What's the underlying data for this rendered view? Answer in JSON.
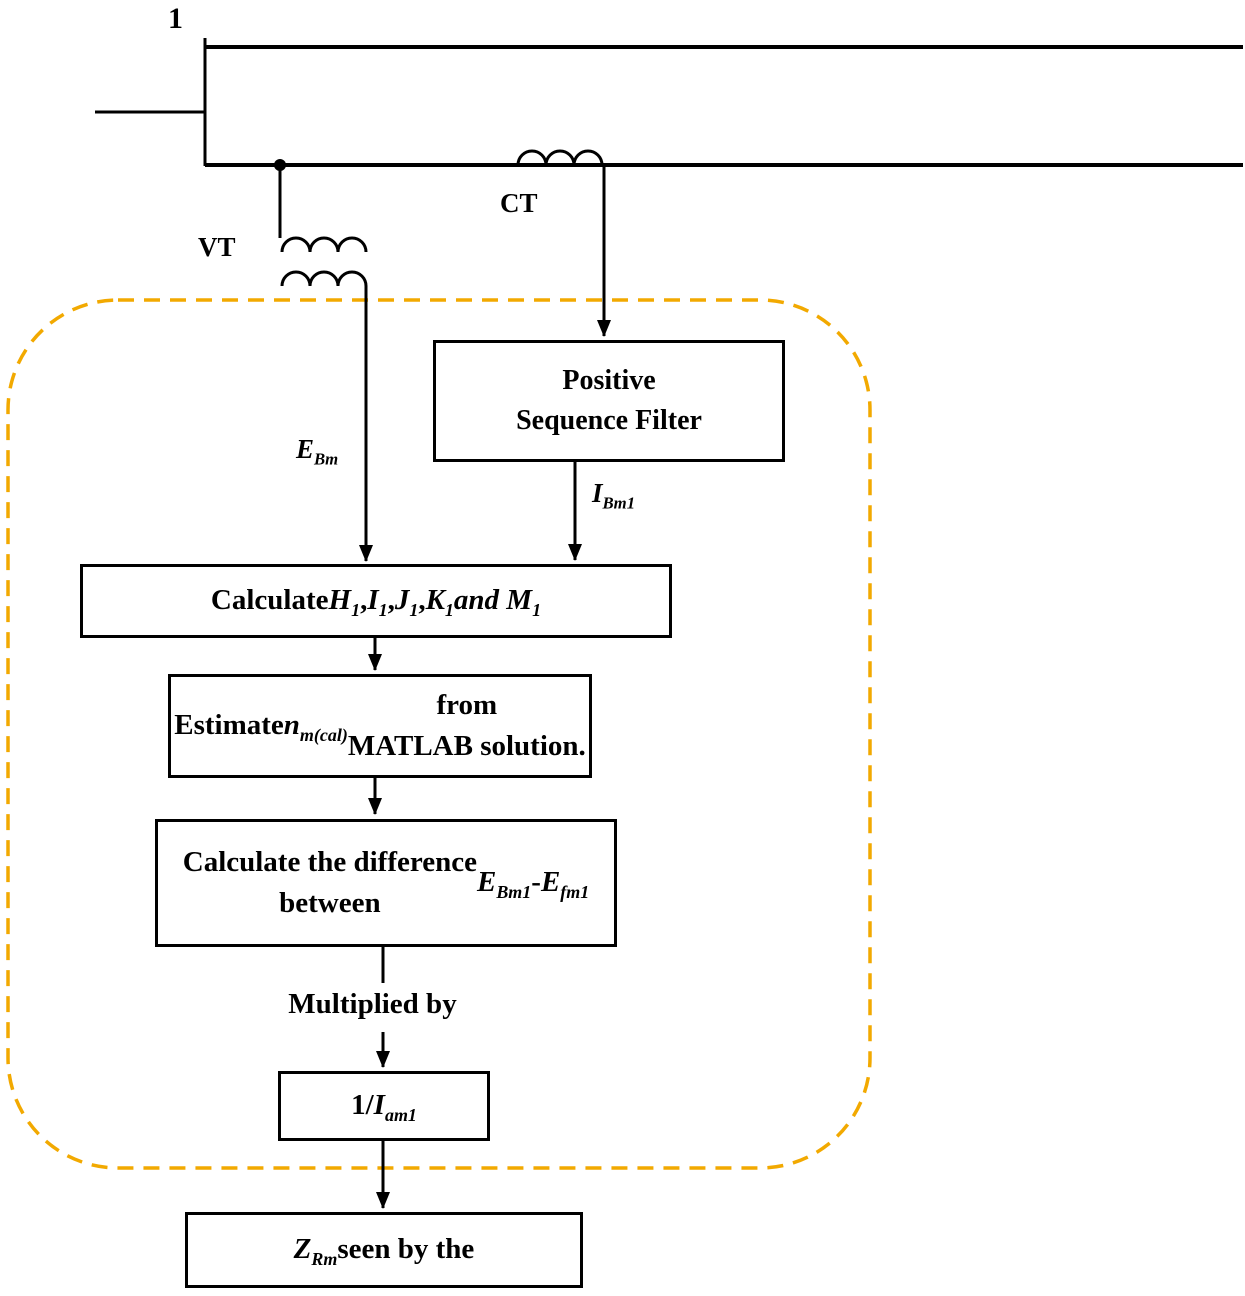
{
  "figure": {
    "bus_label": "1",
    "vt_label": "VT",
    "ct_label": "CT",
    "signals": {
      "ebm": "*E_{Bm}*",
      "ibm1": "*I_{Bm1}*"
    },
    "boxes": {
      "positive_sequence_filter": "Positive\nSequence Filter",
      "calculate_coefficients": "Calculate *H_{1}*, *I_{1}*, *J_{1}*, *K_{1}* *and M_{1}*",
      "estimate": "Estimate *n_{m(cal)}* from\nMATLAB solution.",
      "difference": "Calculate the difference\nbetween *E_{Bm1}*-*E_{fm1}*",
      "multiplied_by": "Multiplied by",
      "inverse_current": "1/*I_{am1}*",
      "impedance": "*Z_{Rm}* seen by the"
    },
    "colors": {
      "boundary": "#F2A900",
      "stroke": "#000000"
    }
  }
}
